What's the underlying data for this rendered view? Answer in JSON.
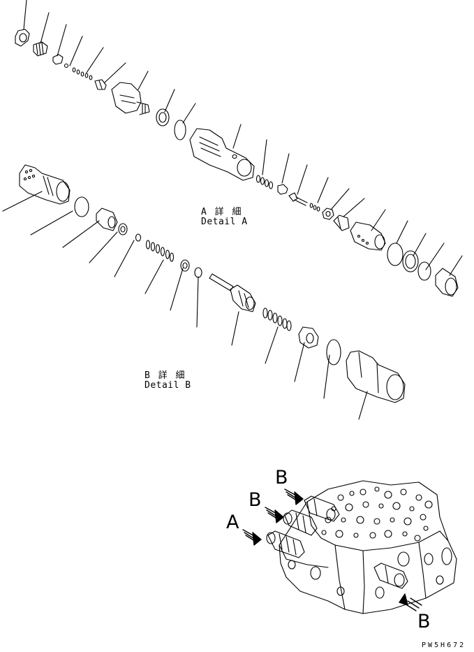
{
  "detail_a": {
    "jp": "A 詳 細",
    "en": "Detail A"
  },
  "detail_b": {
    "jp": "B 詳 細",
    "en": "Detail B"
  },
  "callouts": {
    "a": "A",
    "b_top": "B",
    "b_mid": "B",
    "b_bottom": "B"
  },
  "drawing_code": "PW5H672"
}
